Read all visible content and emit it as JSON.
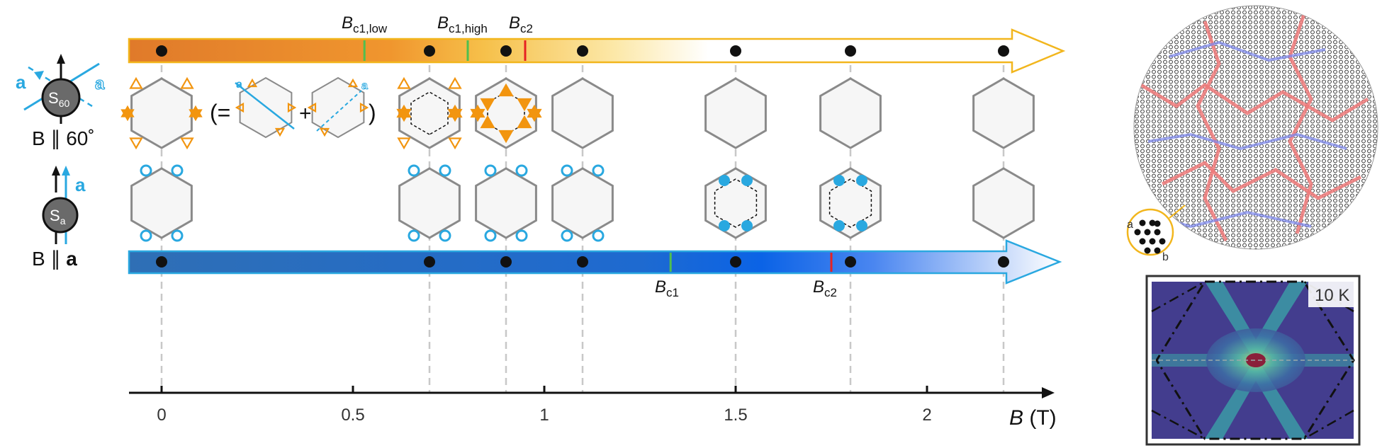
{
  "field_labels": {
    "upper_bar": [
      {
        "main": "B",
        "sub": "c1,low"
      },
      {
        "main": "B",
        "sub": "c1,high"
      },
      {
        "main": "B",
        "sub": "c2"
      }
    ],
    "lower_bar": [
      {
        "main": "B",
        "sub": "c1"
      },
      {
        "main": "B",
        "sub": "c2"
      }
    ]
  },
  "left_legend": {
    "row1": {
      "spin": "S",
      "spin_sub": "60",
      "a_label": "a",
      "a_label_ghost": "a",
      "field": "B ∥ 60˚"
    },
    "row2": {
      "spin": "S",
      "spin_sub": "a",
      "a_label": "a",
      "field_prefix": "B ∥ ",
      "field_bold": "a"
    }
  },
  "equation": {
    "open": "(=",
    "plus": "+",
    "close": ")",
    "a1": "a",
    "a2": "a"
  },
  "axis": {
    "label_main": "B",
    "label_unit": " (T)",
    "ticks": [
      "0",
      "0.5",
      "1",
      "1.5",
      "2"
    ]
  },
  "field_markers_T": {
    "upper": {
      "Bc1_low": 0.53,
      "Bc1_high": 0.8,
      "Bc2": 0.95
    },
    "lower": {
      "Bc1": 1.33,
      "Bc2": 1.75
    }
  },
  "measured_fields_T": {
    "upper": [
      0,
      0.7,
      0.9,
      1.1,
      1.5,
      1.8,
      2.2
    ],
    "lower": [
      0,
      0.7,
      0.9,
      1.1,
      1.5,
      1.8,
      2.2
    ]
  },
  "colors": {
    "upper_bar": [
      "#e07a2a",
      "#f4a93a",
      "#fbe6a0",
      "#ffffff"
    ],
    "upper_outline": "#f2b61d",
    "lower_bar": [
      "#2f6fb5",
      "#0b63e6",
      "#3d7cf0",
      "#ffffff"
    ],
    "lower_outline": "#2aa8e0",
    "marker_green": "#4fbf4f",
    "marker_red": "#e62222",
    "peak_orange": "#f2950f",
    "peak_blue": "#29a8e0"
  },
  "inset": {
    "temperature_label": "10 K",
    "lattice_a": "a",
    "lattice_b": "b"
  }
}
